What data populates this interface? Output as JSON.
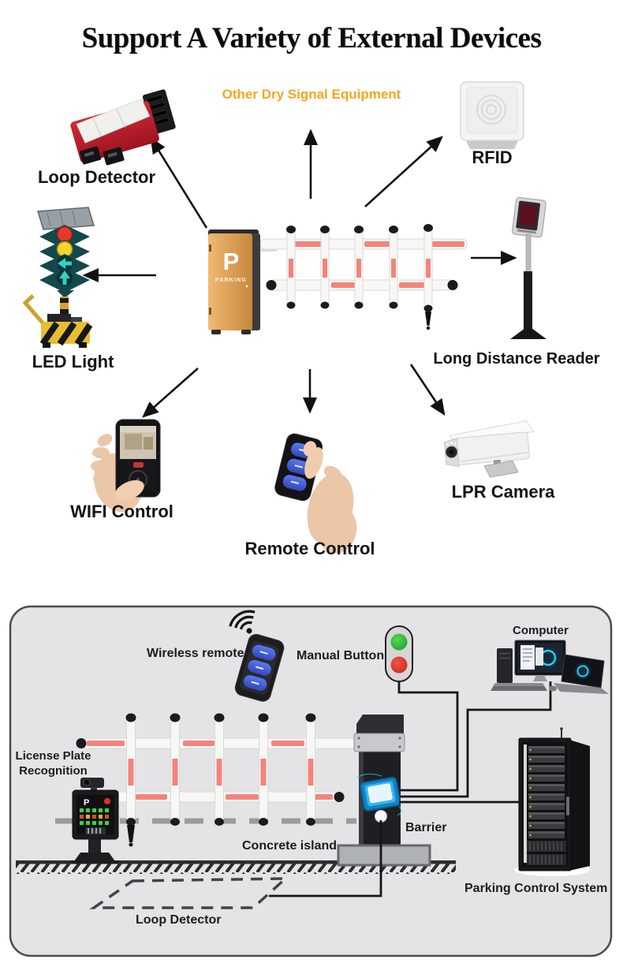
{
  "title": "Support A Variety of External Devices",
  "top_diagram": {
    "subtitle": "Other Dry Signal Equipment",
    "barrier_logo": {
      "p": "P",
      "brand": "PARKING"
    },
    "labels": {
      "loop_detector": "Loop Detector",
      "rfid": "RFID",
      "led_light": "LED Light",
      "long_distance_reader": "Long Distance Reader",
      "wifi_control": "WIFI Control",
      "remote_control": "Remote Control",
      "lpr_camera": "LPR Camera"
    }
  },
  "bottom_diagram": {
    "labels": {
      "wireless_remote": "Wireless remote",
      "manual_button": "Manual Button",
      "computer": "Computer",
      "license_plate_line1": "License Plate",
      "license_plate_line2": "Recognition",
      "barrier": "Barrier",
      "concrete_island": "Concrete island",
      "loop_detector": "Loop Detector",
      "parking_control_system": "Parking Control System"
    }
  },
  "colors": {
    "subtitle_orange": "#F8A41E",
    "cabinet_gold": "#D99C52",
    "fence_red": "#F4837D",
    "panel_bg": "#E4E4E6",
    "panel_border": "#4B4B4D",
    "button_green": "#2FAF35",
    "button_red": "#E03A28",
    "control_panel_blue": "#2BA3E8",
    "loop_detector_red": "#C32531"
  }
}
